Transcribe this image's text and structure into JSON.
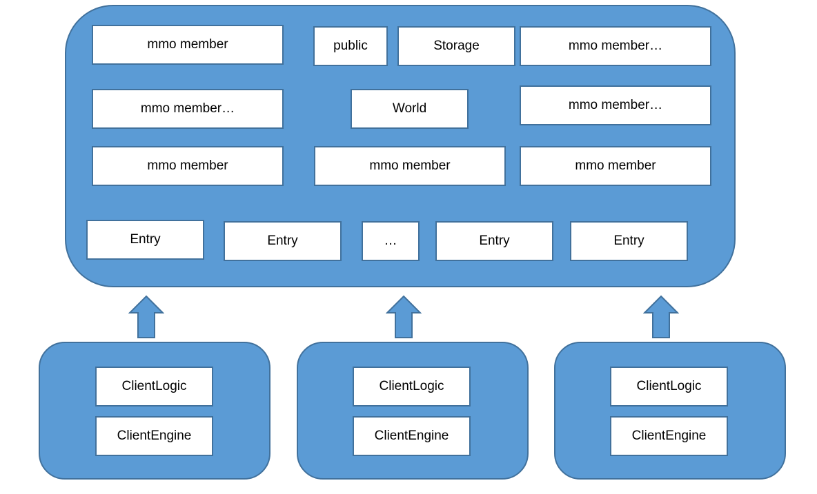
{
  "colors": {
    "panel_fill": "#5b9bd5",
    "panel_border": "#41719c",
    "box_fill": "#ffffff",
    "text": "#000000"
  },
  "server": {
    "members": {
      "top_left": "mmo member",
      "public": "public",
      "storage": "Storage",
      "top_right": "mmo member…",
      "mid_left": "mmo member…",
      "world": "World",
      "mid_right": "mmo member…",
      "bottom_left": "mmo member",
      "bottom_center": "mmo member",
      "bottom_right": "mmo member"
    },
    "entries": [
      "Entry",
      "Entry",
      "…",
      "Entry",
      "Entry"
    ]
  },
  "clients": [
    {
      "logic": "ClientLogic",
      "engine": "ClientEngine"
    },
    {
      "logic": "ClientLogic",
      "engine": "ClientEngine"
    },
    {
      "logic": "ClientLogic",
      "engine": "ClientEngine"
    }
  ]
}
